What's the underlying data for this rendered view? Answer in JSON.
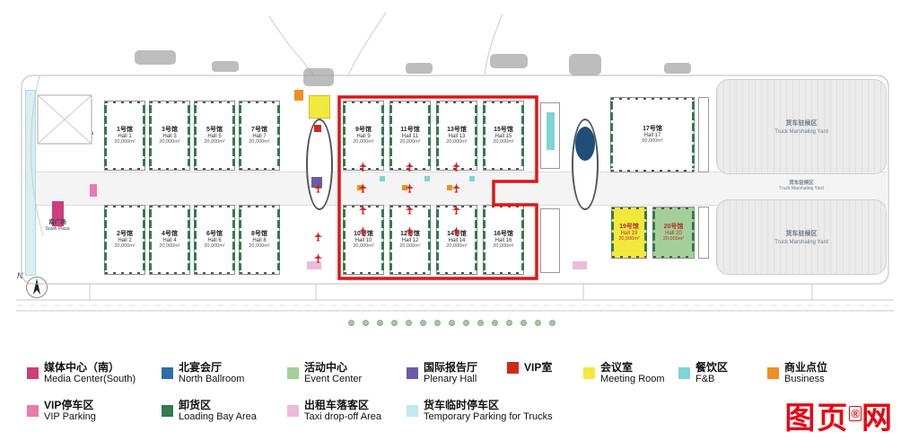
{
  "site": {
    "north_label": "N",
    "plaza_top": {
      "zh": "南广场",
      "en": "South Plaza"
    },
    "plaza_left": {
      "zh": "南广场",
      "en": "South Plaza"
    },
    "hall_groups": {
      "left_top": [
        {
          "zh": "1号馆",
          "en": "Hall 1",
          "area": "20,000m²"
        },
        {
          "zh": "3号馆",
          "en": "Hall 3",
          "area": "20,000m²"
        },
        {
          "zh": "5号馆",
          "en": "Hall 5",
          "area": "20,000m²"
        },
        {
          "zh": "7号馆",
          "en": "Hall 7",
          "area": "20,000m²"
        }
      ],
      "left_bottom": [
        {
          "zh": "2号馆",
          "en": "Hall 2",
          "area": "20,000m²"
        },
        {
          "zh": "4号馆",
          "en": "Hall 4",
          "area": "20,000m²"
        },
        {
          "zh": "6号馆",
          "en": "Hall 6",
          "area": "20,000m²"
        },
        {
          "zh": "8号馆",
          "en": "Hall 8",
          "area": "20,000m²"
        }
      ],
      "center_top": [
        {
          "zh": "9号馆",
          "en": "Hall 9",
          "area": "20,000m²"
        },
        {
          "zh": "11号馆",
          "en": "Hall 11",
          "area": "20,000m²"
        },
        {
          "zh": "13号馆",
          "en": "Hall 13",
          "area": "20,000m²"
        },
        {
          "zh": "15号馆",
          "en": "Hall 15",
          "area": "20,000m²"
        }
      ],
      "center_bottom": [
        {
          "zh": "10号馆",
          "en": "Hall 10",
          "area": "20,000m²"
        },
        {
          "zh": "12号馆",
          "en": "Hall 12",
          "area": "20,000m²"
        },
        {
          "zh": "14号馆",
          "en": "Hall 14",
          "area": "20,000m²"
        },
        {
          "zh": "16号馆",
          "en": "Hall 16",
          "area": "20,000m²"
        }
      ]
    },
    "hall_17": {
      "zh": "17号馆",
      "en": "Hall 17",
      "area": "50,000m²"
    },
    "hall_19": {
      "zh": "19号馆",
      "en": "Hall 19",
      "area": "20,000m²"
    },
    "hall_20": {
      "zh": "20号馆",
      "en": "Hall 20",
      "area": "20,000m²"
    },
    "truck_yard_top": {
      "zh": "货车驻候区",
      "en": "Truck Marshaling Yard"
    },
    "truck_yard_mid": {
      "zh": "货车驻候区",
      "en": "Truck Marshaling Yard"
    },
    "truck_yard_bottom": {
      "zh": "货车驻候区",
      "en": "Truck Marshaling Yard"
    }
  },
  "legend": {
    "row1": [
      {
        "zh": "媒体中心（南）",
        "en": "Media Center(South)",
        "color": "#cc3e7d"
      },
      {
        "zh": "北宴会厅",
        "en": "North Ballroom",
        "color": "#2f6ea6"
      },
      {
        "zh": "活动中心",
        "en": "Event Center",
        "color": "#a5cf9a"
      },
      {
        "zh": "国际报告厅",
        "en": "Plenary Hall",
        "color": "#6a5ca6"
      },
      {
        "zh": "VIP室",
        "en": "",
        "color": "#d0281e"
      },
      {
        "zh": "会议室",
        "en": "Meeting Room",
        "color": "#f2e93d"
      },
      {
        "zh": "餐饮区",
        "en": "F&B",
        "color": "#7fd4d4"
      },
      {
        "zh": "商业点位",
        "en": "Business",
        "color": "#ee8f23"
      }
    ],
    "row2": [
      {
        "zh": "VIP停车区",
        "en": "VIP Parking",
        "color": "#e87bb0"
      },
      {
        "zh": "卸货区",
        "en": "Loading Bay Area",
        "color": "#35794f"
      },
      {
        "zh": "出租车落客区",
        "en": "Taxi drop-off Area",
        "color": "#ebbcd9"
      },
      {
        "zh": "货车临时停车区",
        "en": "Temporary Parking for Trucks",
        "color": "#c5e8ec"
      }
    ]
  },
  "watermark": {
    "pre": "图页",
    "reg": "®",
    "post": "网"
  }
}
